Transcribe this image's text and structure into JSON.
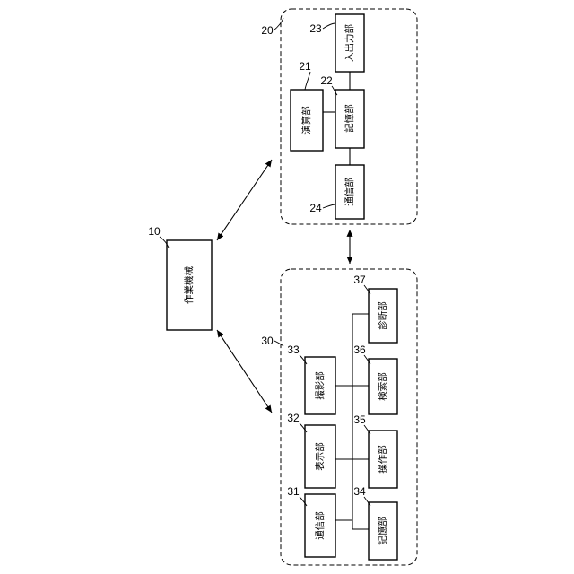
{
  "nodes": {
    "n10": {
      "ref": "10",
      "label": "作業機械"
    },
    "n20": {
      "ref": "20"
    },
    "n21": {
      "ref": "21",
      "label": "演算部"
    },
    "n22": {
      "ref": "22",
      "label": "記憶部"
    },
    "n23": {
      "ref": "23",
      "label": "入出力部"
    },
    "n24": {
      "ref": "24",
      "label": "通信部"
    },
    "n30": {
      "ref": "30"
    },
    "n31": {
      "ref": "31",
      "label": "通信部"
    },
    "n32": {
      "ref": "32",
      "label": "表示部"
    },
    "n33": {
      "ref": "33",
      "label": "撮影部"
    },
    "n34": {
      "ref": "34",
      "label": "記憶部"
    },
    "n35": {
      "ref": "35",
      "label": "操作部"
    },
    "n36": {
      "ref": "36",
      "label": "検索部"
    },
    "n37": {
      "ref": "37",
      "label": "診断部"
    }
  }
}
